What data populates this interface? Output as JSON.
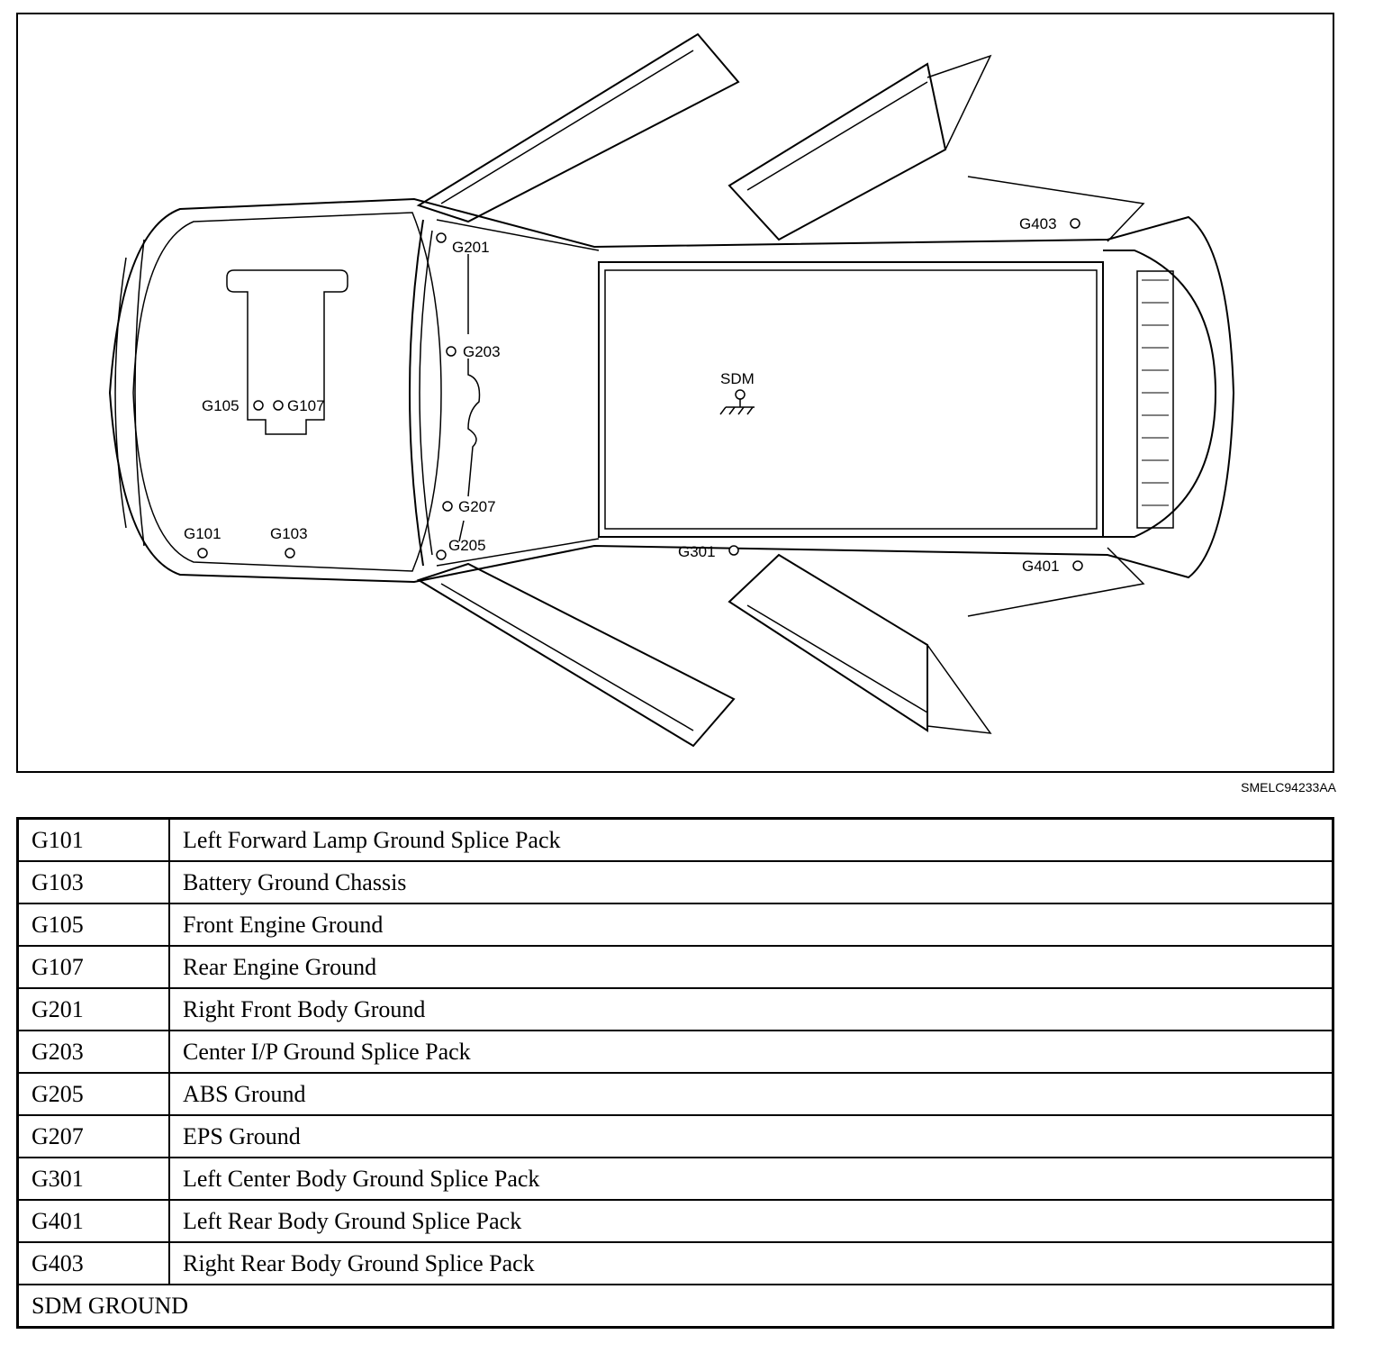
{
  "diagram": {
    "figure_code": "SMELC94233AA",
    "labels": {
      "g101": "G101",
      "g103": "G103",
      "g105": "G105",
      "g107": "G107",
      "g201": "G201",
      "g203": "G203",
      "g205": "G205",
      "g207": "G207",
      "g301": "G301",
      "g401": "G401",
      "g403": "G403",
      "sdm": "SDM"
    }
  },
  "table": {
    "rows": [
      {
        "code": "G101",
        "description": "Left Forward Lamp Ground Splice Pack"
      },
      {
        "code": "G103",
        "description": "Battery Ground Chassis"
      },
      {
        "code": "G105",
        "description": "Front Engine Ground"
      },
      {
        "code": "G107",
        "description": "Rear Engine Ground"
      },
      {
        "code": "G201",
        "description": "Right Front Body Ground"
      },
      {
        "code": "G203",
        "description": "Center I/P Ground Splice Pack"
      },
      {
        "code": "G205",
        "description": "ABS Ground"
      },
      {
        "code": "G207",
        "description": "EPS Ground"
      },
      {
        "code": "G301",
        "description": "Left Center Body Ground Splice Pack"
      },
      {
        "code": "G401",
        "description": "Left Rear Body Ground Splice Pack"
      },
      {
        "code": "G403",
        "description": "Right Rear Body Ground Splice Pack"
      }
    ],
    "footer": "SDM GROUND"
  }
}
